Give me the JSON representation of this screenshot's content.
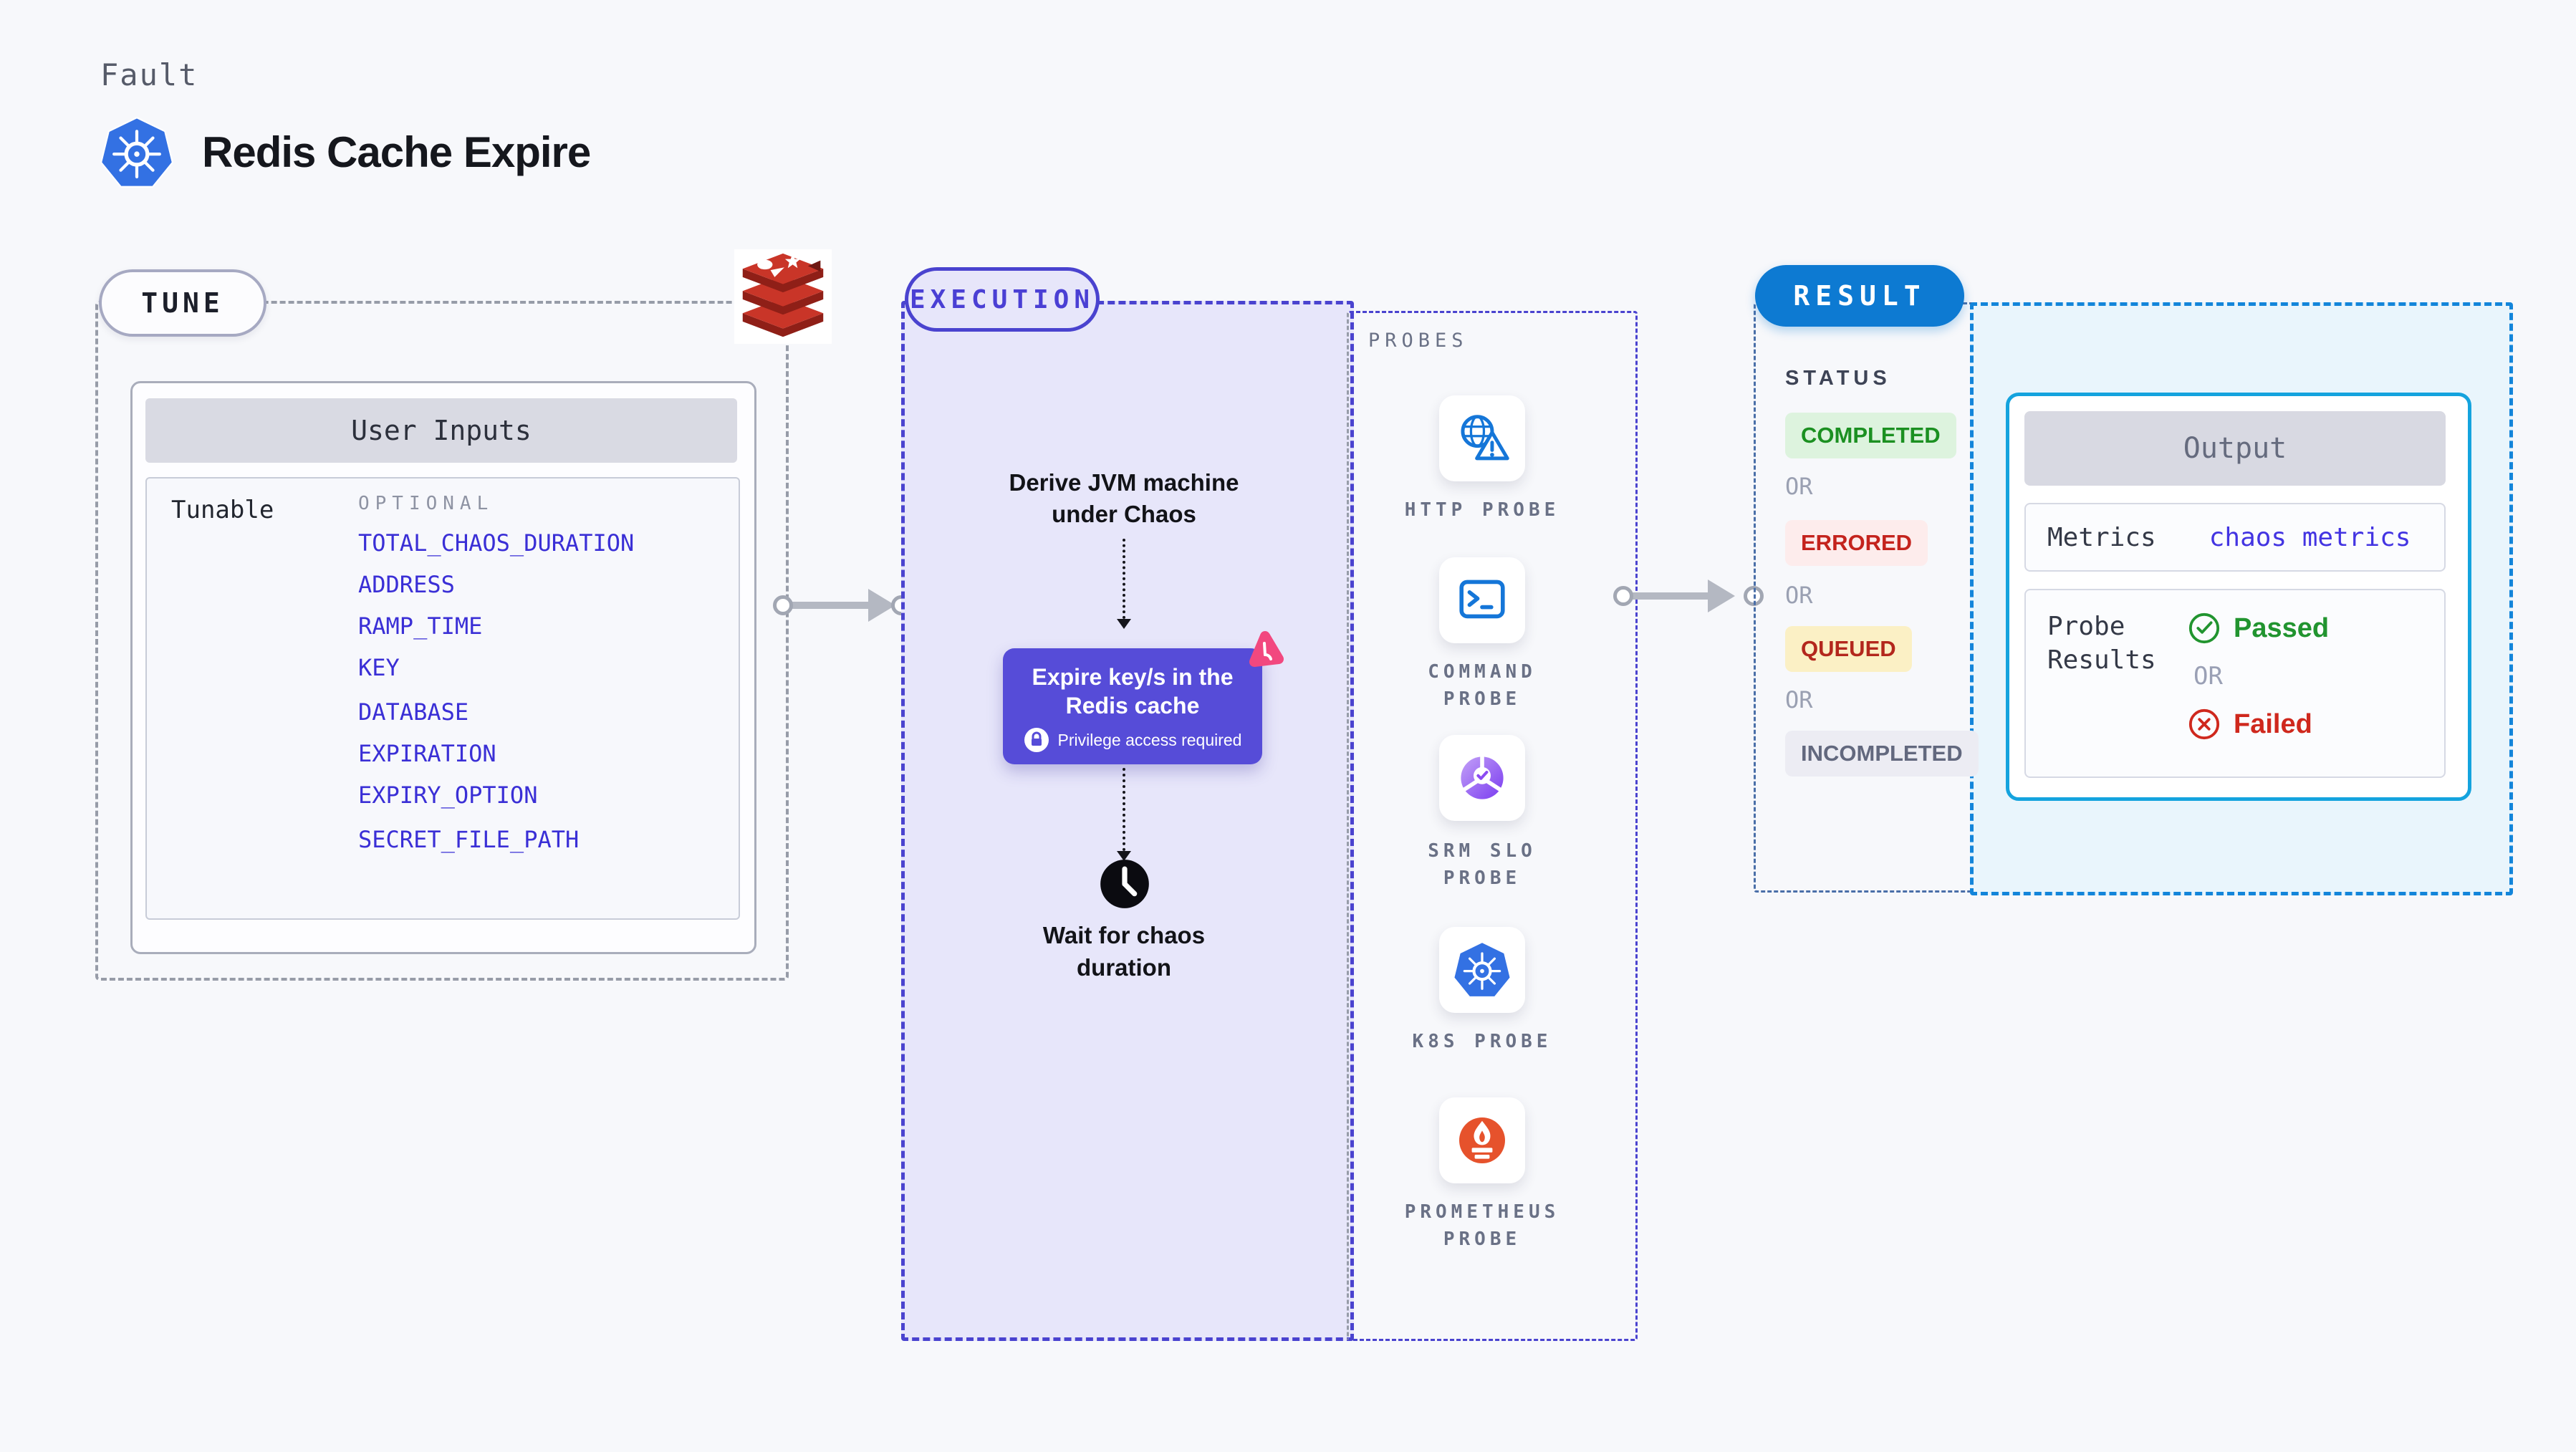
{
  "page": {
    "kicker": "Fault",
    "title": "Redis Cache Expire",
    "title_icon": "kubernetes-icon"
  },
  "tune": {
    "badge": "TUNE",
    "target_icon": "redis-icon",
    "user_inputs": {
      "header": "User Inputs",
      "row_label": "Tunable",
      "group_label": "OPTIONAL",
      "env_groups": [
        [
          "TOTAL_CHAOS_DURATION",
          "ADDRESS",
          "RAMP_TIME",
          "KEY"
        ],
        [
          "DATABASE",
          "EXPIRATION",
          "EXPIRY_OPTION"
        ],
        [
          "SECRET_FILE_PATH"
        ]
      ]
    }
  },
  "execution": {
    "badge": "EXECUTION",
    "step1": "Derive JVM machine under Chaos",
    "step2": {
      "title": "Expire key/s in the Redis cache",
      "note": "Privilege access required",
      "note_icon": "lock-icon",
      "corner_icon": "chaos-pink-icon"
    },
    "step3": "Wait for chaos duration",
    "step3_icon": "clock-icon"
  },
  "probes": {
    "label": "PROBES",
    "items": [
      {
        "name": "HTTP PROBE",
        "icon": "globe-alert-icon"
      },
      {
        "name": "COMMAND PROBE",
        "icon": "terminal-icon"
      },
      {
        "name": "SRM SLO PROBE",
        "icon": "slo-donut-icon"
      },
      {
        "name": "K8S PROBE",
        "icon": "kubernetes-icon"
      },
      {
        "name": "PROMETHEUS PROBE",
        "icon": "prometheus-icon"
      }
    ]
  },
  "result": {
    "badge": "RESULT",
    "status_label": "STATUS",
    "or_label": "OR",
    "statuses": [
      {
        "label": "COMPLETED",
        "fg": "#1b9021",
        "bg": "#ddf3de"
      },
      {
        "label": "ERRORED",
        "fg": "#c4231d",
        "bg": "#fdecec"
      },
      {
        "label": "QUEUED",
        "fg": "#b3271d",
        "bg": "#fbf0c5"
      },
      {
        "label": "INCOMPLETED",
        "fg": "#62687e",
        "bg": "#ececf3"
      }
    ],
    "output": {
      "header": "Output",
      "metrics_label": "Metrics",
      "metrics_value": "chaos metrics",
      "probe_results_label": "Probe Results",
      "passed": "Passed",
      "passed_icon": "check-circle-icon",
      "failed": "Failed",
      "failed_icon": "x-circle-icon"
    }
  },
  "colors": {
    "page_bg": "#f7f8fb",
    "accent_purple": "#4a43cf",
    "execution_fill": "#e7e6fa",
    "chaos_node_purple": "#564cd8",
    "chaos_pink": "#f2487f",
    "result_blue": "#0d7ad2",
    "output_border_cyan": "#14a3de",
    "result_fill_cyan": "#e9f5fc",
    "env_link_blue": "#3a2fd6",
    "metrics_value_blue": "#4334e2",
    "passed_green": "#21942f",
    "failed_red": "#cf281d",
    "probe_icon_blue": "#1576d8",
    "prometheus_orange": "#e6522c",
    "kubernetes_blue": "#3371e3",
    "redis_red": "#c93528"
  }
}
